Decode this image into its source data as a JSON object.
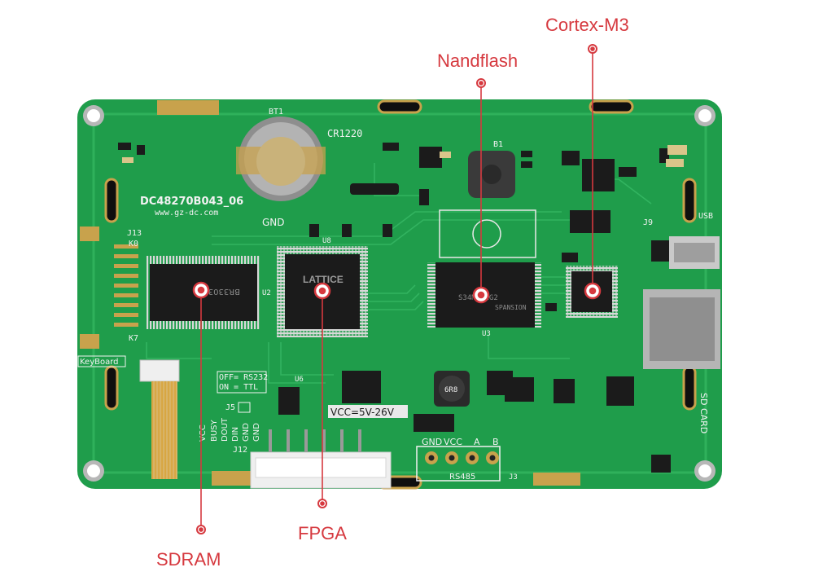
{
  "callouts": {
    "cortex": "Cortex-M3",
    "nandflash": "Nandflash",
    "fpga": "FPGA",
    "sdram": "SDRAM"
  },
  "board": {
    "model": "DC48270B043_06",
    "url": "www.gz-dc.com",
    "battery_ref": "BT1",
    "battery_type": "CR1220",
    "gnd": "GND",
    "keyboard": "KeyBoard",
    "k0": "K0",
    "k7": "K7",
    "j13": "J13",
    "u2": "U2",
    "u3": "U3",
    "u6": "U6",
    "u8": "U8",
    "j5": "J5",
    "j9": "J9",
    "j12": "J12",
    "j3": "J3",
    "usb": "USB",
    "sd_card": "SD CARD",
    "mode_line1": "OFF= RS232",
    "mode_line2": "ON = TTL",
    "vcc_range": "VCC=5V-26V",
    "rs485": "RS485",
    "rs485_pins": [
      "GND",
      "VCC",
      "A",
      "B"
    ],
    "j12_pins": [
      "VCC",
      "BUSY",
      "DOUT",
      "DIN",
      "GND",
      "GND"
    ],
    "sdram_chip_text": "BR3303 21",
    "fpga_brand": "LATTICE",
    "nand_text": "S34ML01G2",
    "nand_brand": "SPANSION",
    "l3_text": "6R8",
    "b1": "B1"
  },
  "colors": {
    "callout": "#d6393f",
    "pcb": "#1f9d4b",
    "pcb_dark": "#167a38",
    "chip": "#1b1b1b",
    "gold": "#c8a24c",
    "silk": "#f2f2f2"
  }
}
